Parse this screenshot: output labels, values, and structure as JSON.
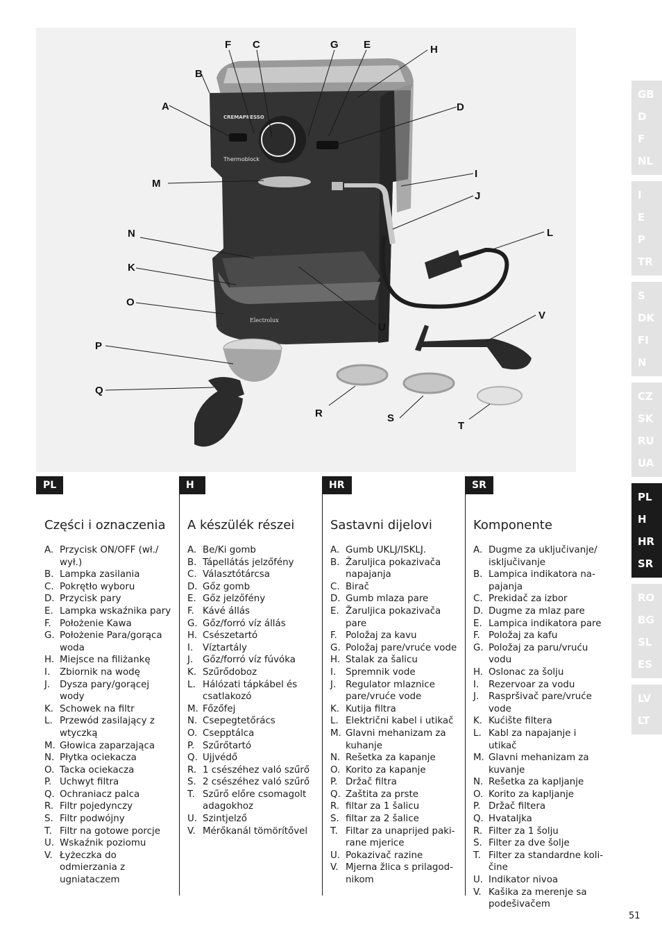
{
  "figure": {
    "labels": [
      "F",
      "C",
      "G",
      "E",
      "H",
      "B",
      "A",
      "D",
      "M",
      "I",
      "J",
      "N",
      "L",
      "K",
      "O",
      "U",
      "V",
      "P",
      "Q",
      "R",
      "S",
      "T"
    ],
    "brand_panel": "CREMAPRESSO",
    "thermoblock": "Thermoblock",
    "brand_front": "Electrolux"
  },
  "columns": [
    {
      "tag": "PL",
      "title": "Części i oznaczenia",
      "items": [
        {
          "k": "A.",
          "t": "Przycisk ON/OFF (wł./ wył.)"
        },
        {
          "k": "B.",
          "t": "Lampka zasilania"
        },
        {
          "k": "C.",
          "t": "Pokrętło wyboru"
        },
        {
          "k": "D.",
          "t": "Przycisk pary"
        },
        {
          "k": "E.",
          "t": "Lampka wskaźnika pary"
        },
        {
          "k": "F.",
          "t": "Położenie Kawa"
        },
        {
          "k": "G.",
          "t": "Położenie Para/gorąca woda"
        },
        {
          "k": "H.",
          "t": "Miejsce na filiżankę"
        },
        {
          "k": "I.",
          "t": "Zbiornik na wodę"
        },
        {
          "k": "J.",
          "t": "Dysza pary/gorącej wody"
        },
        {
          "k": "K.",
          "t": "Schowek na filtr"
        },
        {
          "k": "L.",
          "t": "Przewód zasilający z wtyczką"
        },
        {
          "k": "M.",
          "t": "Głowica zaparzająca"
        },
        {
          "k": "N.",
          "t": "Płytka ociekacza"
        },
        {
          "k": "O.",
          "t": "Tacka ociekacza"
        },
        {
          "k": "P.",
          "t": "Uchwyt filtra"
        },
        {
          "k": "Q.",
          "t": "Ochraniacz palca"
        },
        {
          "k": "R.",
          "t": "Filtr pojedynczy"
        },
        {
          "k": "S.",
          "t": "Filtr podwójny"
        },
        {
          "k": "T.",
          "t": "Filtr na gotowe porcje"
        },
        {
          "k": "U.",
          "t": "Wskaźnik poziomu"
        },
        {
          "k": "V.",
          "t": "Łyżeczka do odmierzania z ugniataczem"
        }
      ]
    },
    {
      "tag": "H",
      "title": "A készülék részei",
      "items": [
        {
          "k": "A.",
          "t": "Be/Ki gomb"
        },
        {
          "k": "B.",
          "t": "Tápellátás jelzőfény"
        },
        {
          "k": "C.",
          "t": "Választótárcsa"
        },
        {
          "k": "D.",
          "t": "Gőz gomb"
        },
        {
          "k": "E.",
          "t": "Gőz jelzőfény"
        },
        {
          "k": "F.",
          "t": "Kávé állás"
        },
        {
          "k": "G.",
          "t": "Gőz/forró víz állás"
        },
        {
          "k": "H.",
          "t": "Csészetartó"
        },
        {
          "k": "I.",
          "t": "Víztartály"
        },
        {
          "k": "J.",
          "t": "Gőz/forró víz fúvóka"
        },
        {
          "k": "K.",
          "t": "Szűrődoboz"
        },
        {
          "k": "L.",
          "t": "Hálózati tápkábel és csatlakozó"
        },
        {
          "k": "M.",
          "t": "Főzőfej"
        },
        {
          "k": "N.",
          "t": "Csepegtetőrács"
        },
        {
          "k": "O.",
          "t": "Csepptálca"
        },
        {
          "k": "P.",
          "t": "Szűrőtartó"
        },
        {
          "k": "Q.",
          "t": "Ujjvédő"
        },
        {
          "k": "R.",
          "t": "1 csészéhez való szűrő"
        },
        {
          "k": "S.",
          "t": "2 csészéhez való szűrő"
        },
        {
          "k": "T.",
          "t": "Szűrő előre csomagolt adagokhoz"
        },
        {
          "k": "U.",
          "t": "Szintjelző"
        },
        {
          "k": "V.",
          "t": "Mérőkanál tömörítővel"
        }
      ]
    },
    {
      "tag": "HR",
      "title": "Sastavni dijelovi",
      "items": [
        {
          "k": "A.",
          "t": "Gumb UKLJ/ISKLJ."
        },
        {
          "k": "B.",
          "t": "Žaruljica pokazivača napajanja"
        },
        {
          "k": "C.",
          "t": "Birač"
        },
        {
          "k": "D.",
          "t": "Gumb mlaza pare"
        },
        {
          "k": "E.",
          "t": "Žaruljica pokazivača pare"
        },
        {
          "k": "F.",
          "t": "Položaj za kavu"
        },
        {
          "k": "G.",
          "t": "Položaj pare/vruće vode"
        },
        {
          "k": "H.",
          "t": "Stalak za šalicu"
        },
        {
          "k": "I.",
          "t": "Spremnik vode"
        },
        {
          "k": "J.",
          "t": "Regulator mlaznice pare/vruće vode"
        },
        {
          "k": "K.",
          "t": "Kutija filtra"
        },
        {
          "k": "L.",
          "t": "Električni kabel i utikač"
        },
        {
          "k": "M.",
          "t": "Glavni mehanizam za kuhanje"
        },
        {
          "k": "N.",
          "t": "Rešetka za kapanje"
        },
        {
          "k": "O.",
          "t": "Korito za kapanje"
        },
        {
          "k": "P.",
          "t": "Držač filtra"
        },
        {
          "k": "Q.",
          "t": "Zaštita za prste"
        },
        {
          "k": "R.",
          "t": "filtar za 1 šalicu"
        },
        {
          "k": "S.",
          "t": "filtar za 2 šalice"
        },
        {
          "k": "T.",
          "t": "Filtar za unaprijed paki-rane mjerice"
        },
        {
          "k": "U.",
          "t": "Pokazivač razine"
        },
        {
          "k": "V.",
          "t": "Mjerna žlica s prilagod-nikom"
        }
      ]
    },
    {
      "tag": "SR",
      "title": "Komponente",
      "items": [
        {
          "k": "A.",
          "t": "Dugme za uključivanje/ isključivanje"
        },
        {
          "k": "B.",
          "t": "Lampica indikatora na-pajanja"
        },
        {
          "k": "C.",
          "t": "Prekidač za izbor"
        },
        {
          "k": "D.",
          "t": "Dugme za mlaz pare"
        },
        {
          "k": "E.",
          "t": "Lampica indikatora pare"
        },
        {
          "k": "F.",
          "t": "Položaj za kafu"
        },
        {
          "k": "G.",
          "t": "Položaj za paru/vruću vodu"
        },
        {
          "k": "H.",
          "t": "Oslonac za šolju"
        },
        {
          "k": "I.",
          "t": "Rezervoar za vodu"
        },
        {
          "k": "J.",
          "t": "Raspršivač pare/vruće vode"
        },
        {
          "k": "K.",
          "t": "Kućište filtera"
        },
        {
          "k": "L.",
          "t": "Kabl za napajanje i utikač"
        },
        {
          "k": "M.",
          "t": "Glavni mehanizam za kuvanje"
        },
        {
          "k": "N.",
          "t": "Rešetka za kapljanje"
        },
        {
          "k": "O.",
          "t": "Korito za kapljanje"
        },
        {
          "k": "P.",
          "t": "Držač filtera"
        },
        {
          "k": "Q.",
          "t": "Hvataljka"
        },
        {
          "k": "R.",
          "t": "Filter za 1 šolju"
        },
        {
          "k": "S.",
          "t": "Filter za dve šolje"
        },
        {
          "k": "T.",
          "t": "Filter za standardne koli-čine"
        },
        {
          "k": "U.",
          "t": "Indikator nivoa"
        },
        {
          "k": "V.",
          "t": "Kašika za merenje sa podešivačem"
        }
      ]
    }
  ],
  "language_rail": [
    {
      "codes": [
        "GB",
        "D",
        "F",
        "NL"
      ],
      "active": false
    },
    {
      "codes": [
        "I",
        "E",
        "P",
        "TR"
      ],
      "active": false
    },
    {
      "codes": [
        "S",
        "DK",
        "FI",
        "N"
      ],
      "active": false
    },
    {
      "codes": [
        "CZ",
        "SK",
        "RU",
        "UA"
      ],
      "active": false
    },
    {
      "codes": [
        "PL",
        "H",
        "HR",
        "SR"
      ],
      "active": true
    },
    {
      "codes": [
        "RO",
        "BG",
        "SL",
        "ES"
      ],
      "active": false
    },
    {
      "codes": [
        "LV",
        "LT"
      ],
      "active": false
    }
  ],
  "page_number": "51"
}
